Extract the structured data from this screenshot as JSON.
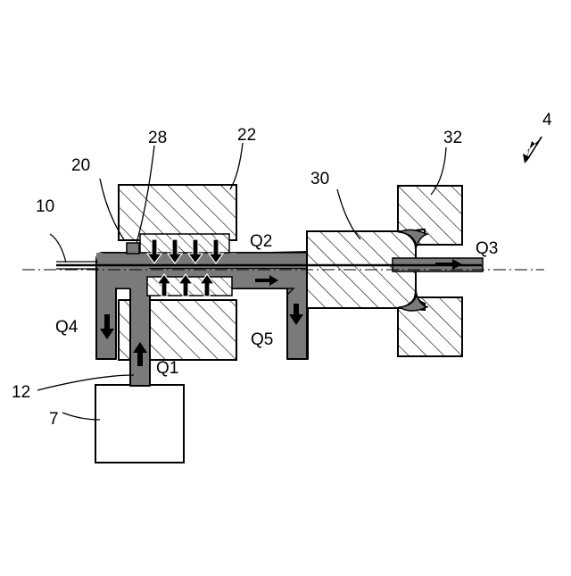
{
  "figure": {
    "ref_4": "4",
    "ref_28": "28",
    "ref_22": "22",
    "ref_32": "32",
    "ref_20": "20",
    "ref_30": "30",
    "ref_10": "10",
    "ref_12": "12",
    "ref_7": "7",
    "flow_q1": "Q1",
    "flow_q2": "Q2",
    "flow_q3": "Q3",
    "flow_q4": "Q4",
    "flow_q5": "Q5"
  },
  "colors": {
    "flow_fill": "#7a7a7a",
    "line": "#000000",
    "background": "#ffffff"
  }
}
